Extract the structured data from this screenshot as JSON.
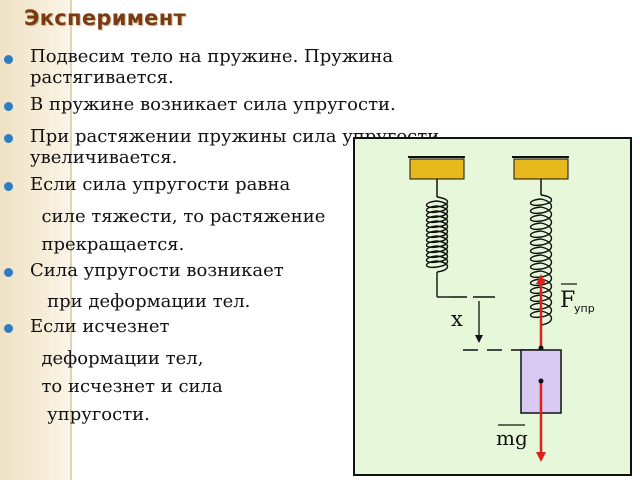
{
  "title": "Эксперимент",
  "lines": [
    "Подвесим тело на  пружине. Пружина",
    "растягивается.",
    "В пружине возникает сила упругости.",
    "При растяжении пружины сила упругости",
    "увеличивается.",
    "Если сила упругости равна",
    "  силе тяжести, то растяжение",
    "  прекращается.",
    "Сила упругости возникает",
    "   при деформации тел.",
    "Если исчезнет",
    "  деформации тел,",
    "  то исчезнет и сила",
    "   упругости."
  ],
  "figure": {
    "x_label": "x",
    "force_label_main": "F",
    "force_label_sub": "упр",
    "weight_label": "mg"
  }
}
